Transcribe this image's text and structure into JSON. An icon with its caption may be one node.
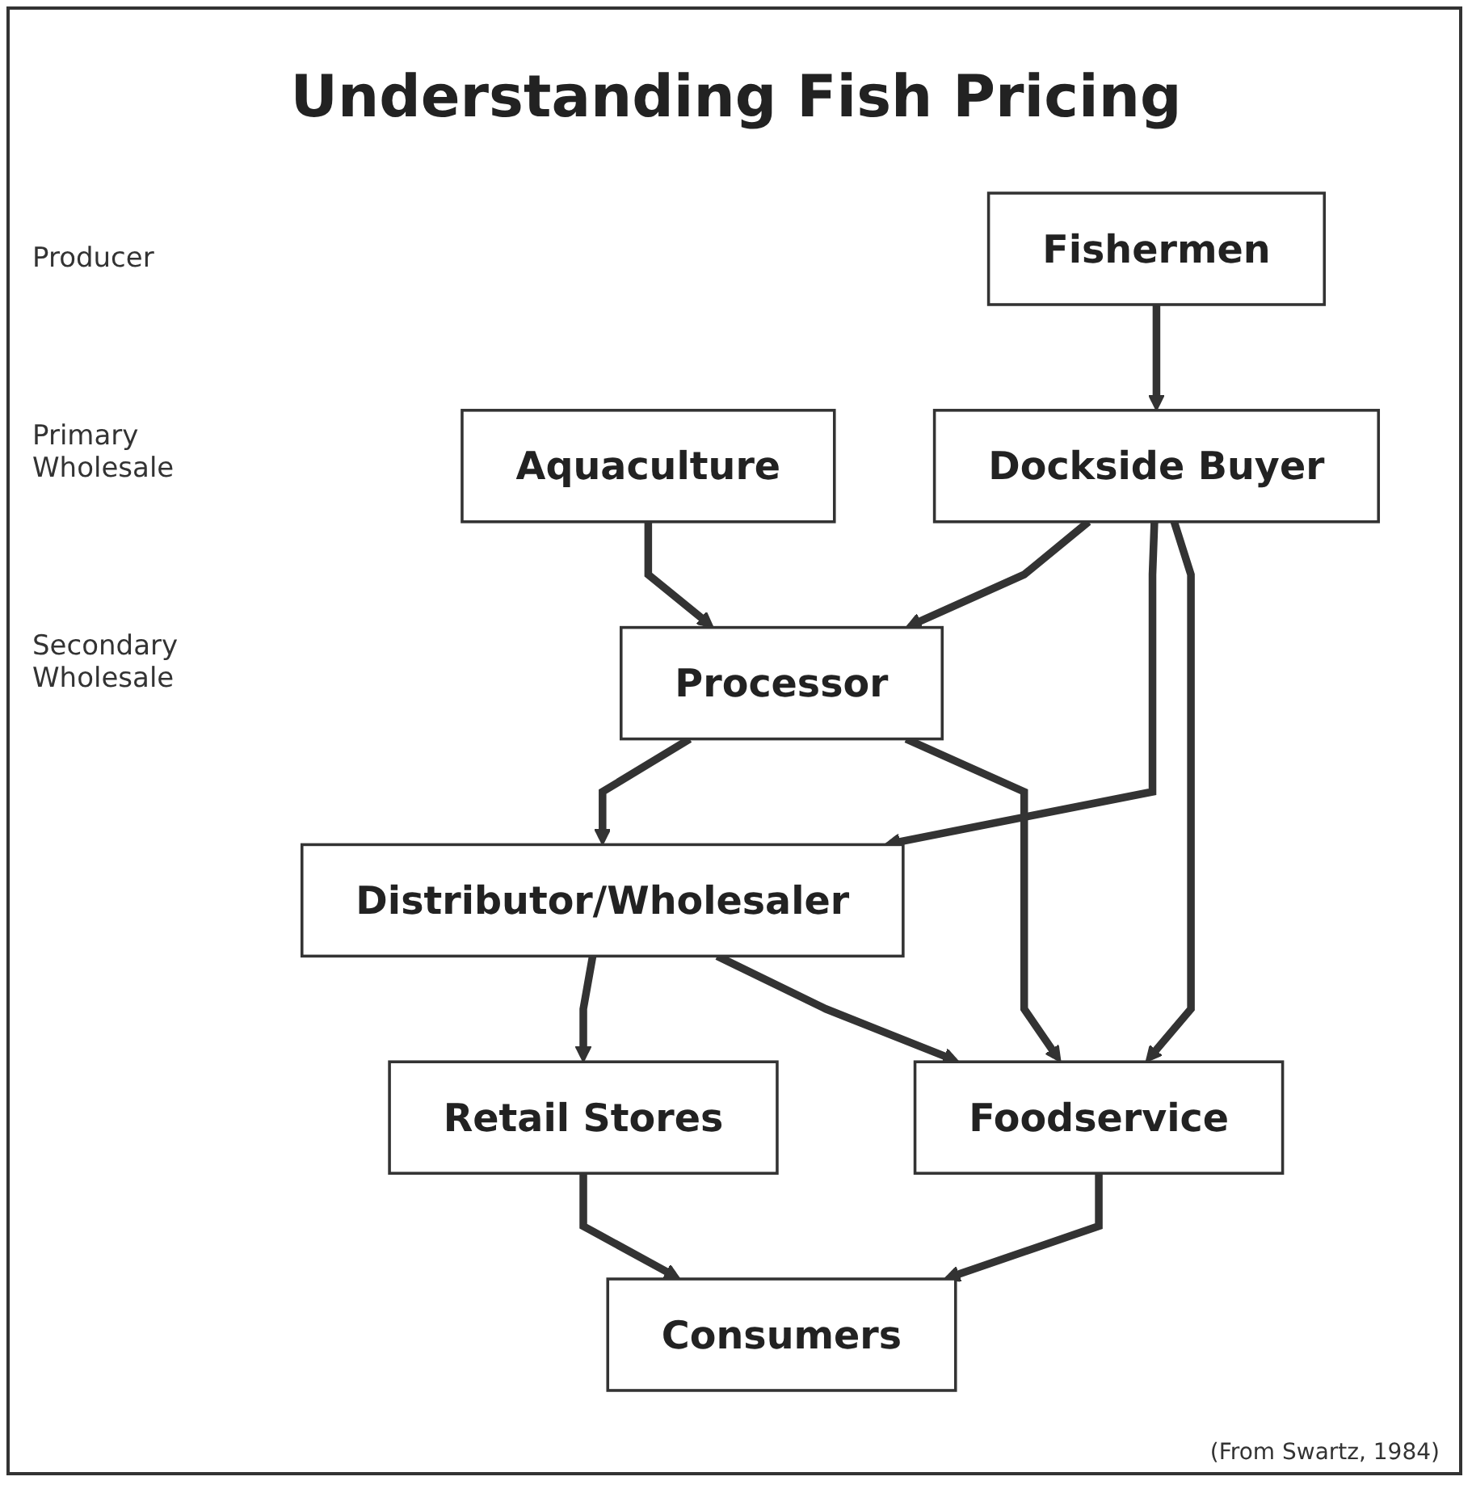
{
  "diagram": {
    "title": "Understanding Fish Pricing",
    "caption": "(From Swartz, 1984)",
    "nodes": [
      {
        "text": [
          "Fishermen"
        ]
      },
      {
        "text": [
          "Aquaculture"
        ]
      },
      {
        "text": [
          "Dockside Buyer"
        ]
      },
      {
        "text": [
          "Processor"
        ]
      },
      {
        "text": [
          "Distributor/Wholesaler"
        ]
      },
      {
        "text": [
          "Retail Stores"
        ]
      },
      {
        "text": [
          "Foodservice"
        ]
      },
      {
        "text": [
          "Consumers"
        ]
      }
    ],
    "edges": [
      {
        "from": 0,
        "to": 2,
        "arrow": "to"
      },
      {
        "from": 1,
        "to": 3,
        "arrow": "to"
      },
      {
        "from": 2,
        "to": 3,
        "arrow": "to"
      },
      {
        "from": 2,
        "to": 4,
        "arrow": "to"
      },
      {
        "from": 2,
        "to": 6,
        "arrow": "to"
      },
      {
        "from": 3,
        "to": 4,
        "arrow": "to"
      },
      {
        "from": 3,
        "to": 6,
        "arrow": "to"
      },
      {
        "from": 4,
        "to": 5,
        "arrow": "to"
      },
      {
        "from": 4,
        "to": 6,
        "arrow": "to"
      },
      {
        "from": 5,
        "to": 7,
        "arrow": "to"
      },
      {
        "from": 6,
        "to": 7,
        "arrow": "to"
      }
    ],
    "labels": [
      "Producer",
      "Primary Wholesale",
      "Secondary Wholesale"
    ]
  }
}
